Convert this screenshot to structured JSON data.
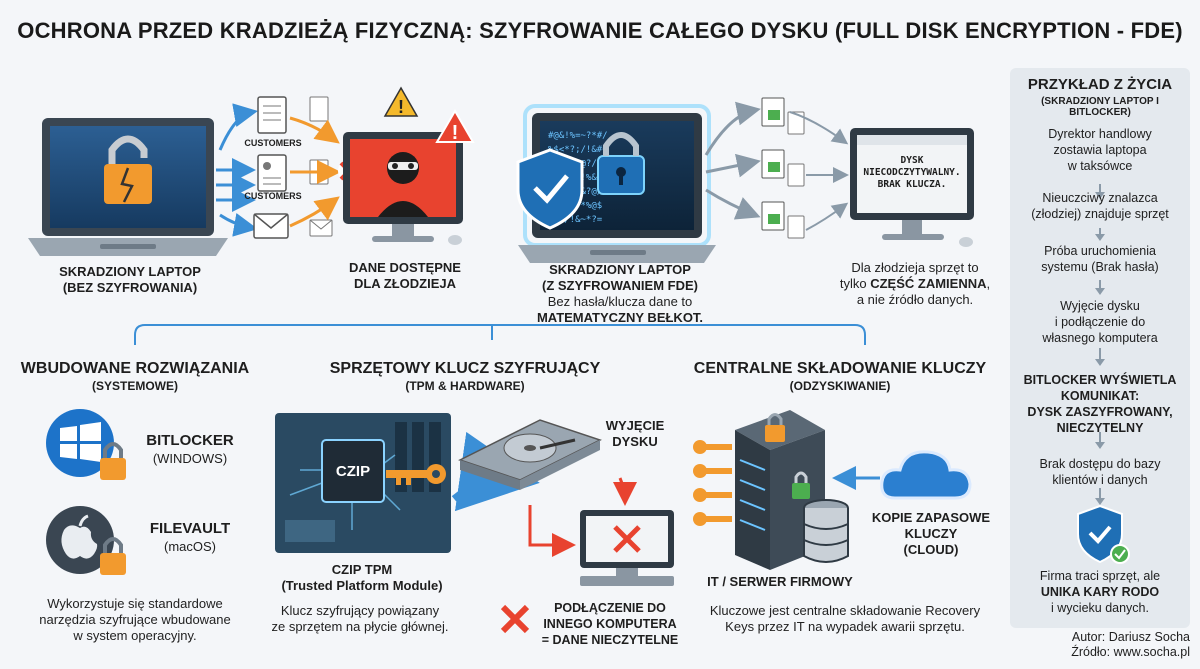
{
  "title": "OCHRONA PRZED KRADZIEŻĄ FIZYCZNĄ: SZYFROWANIE CAŁEGO DYSKU (FULL DISK ENCRYPTION - FDE)",
  "colors": {
    "accent": "#1f6fb5",
    "warning": "#e8432f",
    "orange": "#f29a2e",
    "green": "#4cae4f",
    "panel": "#e4e9ee",
    "dark": "#2f3a44"
  },
  "top": {
    "laptop1_label": "SKRADZIONY LAPTOP\n(BEZ SZYFROWANIA)",
    "customers1": "CUSTOMERS",
    "customers2": "CUSTOMERS",
    "monitor1_label": "DANE DOSTĘPNE\nDLA ZŁODZIEJA",
    "laptop2_label": "SKRADZIONY LAPTOP\n(Z SZYFROWANIEM FDE)",
    "laptop2_desc": "Bez hasła/klucza dane to",
    "laptop2_bold": "MATEMATYCZNY BEŁKOT.",
    "screen_msg": "DYSK\nNIECODCZYTYWALNY.\nBRAK KLUCZA.",
    "thief_desc_1": "Dla złodzieja sprzęt to",
    "thief_desc_2a": "tylko ",
    "thief_desc_2b": "CZĘŚĆ ZAMIENNA",
    "thief_desc_2c": ",",
    "thief_desc_3": "a nie źródło danych."
  },
  "sections": {
    "builtin": {
      "title": "WBUDOWANE ROZWIĄZANIA",
      "subtitle": "(SYSTEMOWE)",
      "bitlocker": "BITLOCKER",
      "bitlocker_os": "(WINDOWS)",
      "filevault": "FILEVAULT",
      "filevault_os": "(macOS)",
      "desc": "Wykorzystuje się standardowe\nnarzędzia szyfrujące wbudowane\nw system operacyjny."
    },
    "hardware": {
      "title": "SPRZĘTOWY KLUCZ SZYFRUJĄCY",
      "subtitle": "(TPM & HARDWARE)",
      "chip": "CZIP",
      "chip_label": "CZIP TPM\n(Trusted Platform Module)",
      "removal": "WYJĘCIE\nDYSKU",
      "desc": "Klucz szyfrujący powiązany\nze sprzętem na płycie głównej.",
      "connect": "PODŁĄCZENIE DO\nINNEGO KOMPUTERA\n= DANE NIECZYTELNE"
    },
    "central": {
      "title": "CENTRALNE SKŁADOWANIE KLUCZY",
      "subtitle": "(ODZYSKIWANIE)",
      "backup": "KOPIE ZAPASOWE\nKLUCZY\n(CLOUD)",
      "server": "IT / SERWER FIRMOWY",
      "desc": "Kluczowe jest centralne składowanie Recovery\nKeys przez IT na wypadek awarii sprzętu."
    }
  },
  "side": {
    "title": "PRZYKŁAD Z ŻYCIA",
    "subtitle": "(SKRADZIONY LAPTOP I BITLOCKER)",
    "step1": "Dyrektor handlowy\nzostawia laptopa\nw taksówce",
    "step2": "Nieuczciwy znalazca\n(złodziej) znajduje sprzęt",
    "step3": "Próba uruchomienia\nsystemu (Brak hasła)",
    "step4": "Wyjęcie dysku\ni podłączenie do\nwłasnego komputera",
    "step5": "BITLOCKER WYŚWIETLA\nKOMUNIKAT:\nDYSK ZASZYFROWANY,\nNIECZYTELNY",
    "step6": "Brak dostępu do bazy\nklientów i danych",
    "result_1": "Firma traci sprzęt, ale",
    "result_2": "UNIKA KARY RODO",
    "result_3": "i wycieku danych."
  },
  "author": {
    "line1": "Autor: Dariusz Socha",
    "line2": "Źródło: www.socha.pl"
  }
}
